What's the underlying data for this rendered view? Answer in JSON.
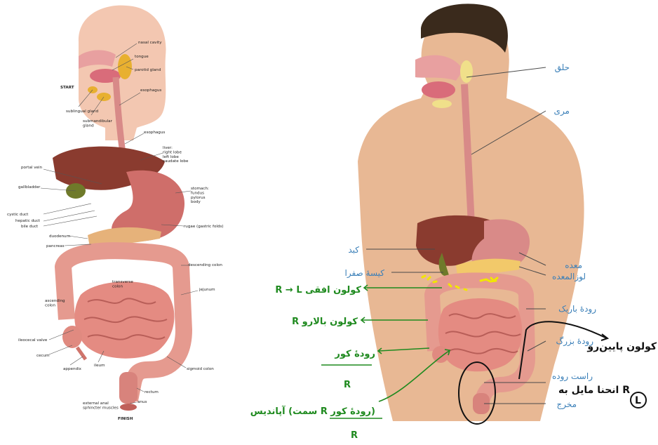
{
  "left_labels": {
    "nasal_cavity": "nasal cavity",
    "tongue": "tongue",
    "parotid_gland": "parotid gland",
    "start": "START",
    "sublingual_gland": "sublingual gland",
    "submandibular_gland": "submandibular\ngland",
    "esophagus_upper": "esophagus",
    "esophagus_lower": "esophagus",
    "liver": "liver:\nright lobe\nleft lobe\ncaudate lobe",
    "portal_vein": "portal vein",
    "gallbladder": "gallbladder",
    "stomach": "stomach:\nfundus\npylorus\nbody",
    "cystic_duct": "cystic duct",
    "hepatic_duct": "hepatic duct",
    "bile_duct": "bile duct",
    "rugae": "rugae (gastric folds)",
    "duodenum": "duodenum",
    "pancreas": "pancreas",
    "descending_colon": "descending colon",
    "transverse_colon": "transverse\ncolon",
    "jejunum": "jejunum",
    "ascending_colon": "ascending\ncolon",
    "ileocecal_valve": "ileocecal valve",
    "cecum": "cecum",
    "appendix": "appendix",
    "ileum": "ileum",
    "sigmoid_colon": "sigmoid colon",
    "rectum": "rectum",
    "anus": "anus",
    "external_anal_sphincter": "external anal\nsphincter muscles",
    "finish": "FINISH"
  },
  "right_labels": {
    "pharynx": "حلق",
    "esophagus": "مری",
    "liver": "کبد",
    "gallbladder": "کیسهٔ صفرا",
    "stomach": "معده",
    "pancreas": "لوزالمعده",
    "small_intestine": "رودهٔ باریک",
    "large_intestine": "رودهٔ بزرگ",
    "rectum": "راست روده",
    "anus": "مخرج"
  },
  "handwriting": {
    "transverse_colon_note": "R → L  کولون افقی",
    "ascending_colon_note": "R  کولون بالارو",
    "cecum_note": "رودهٔ کور",
    "cecum_side": "R",
    "appendix_note": "آپاندیس  (سمت R رودهٔ کور)",
    "appendix_side": "R",
    "descending_colon_note": "کولون پایین‌رو",
    "descending_side": "L",
    "sigmoid_note": "انحنا مایل به R"
  },
  "colors": {
    "label_blue": "#3a7fb8",
    "handwriting_green": "#1f8a1f",
    "handwriting_black": "#111111",
    "highlight_yellow": "#f2e600",
    "organ_pink": "#e59a8f",
    "liver_brown": "#8a3b2f",
    "skin": "#e8b894"
  }
}
